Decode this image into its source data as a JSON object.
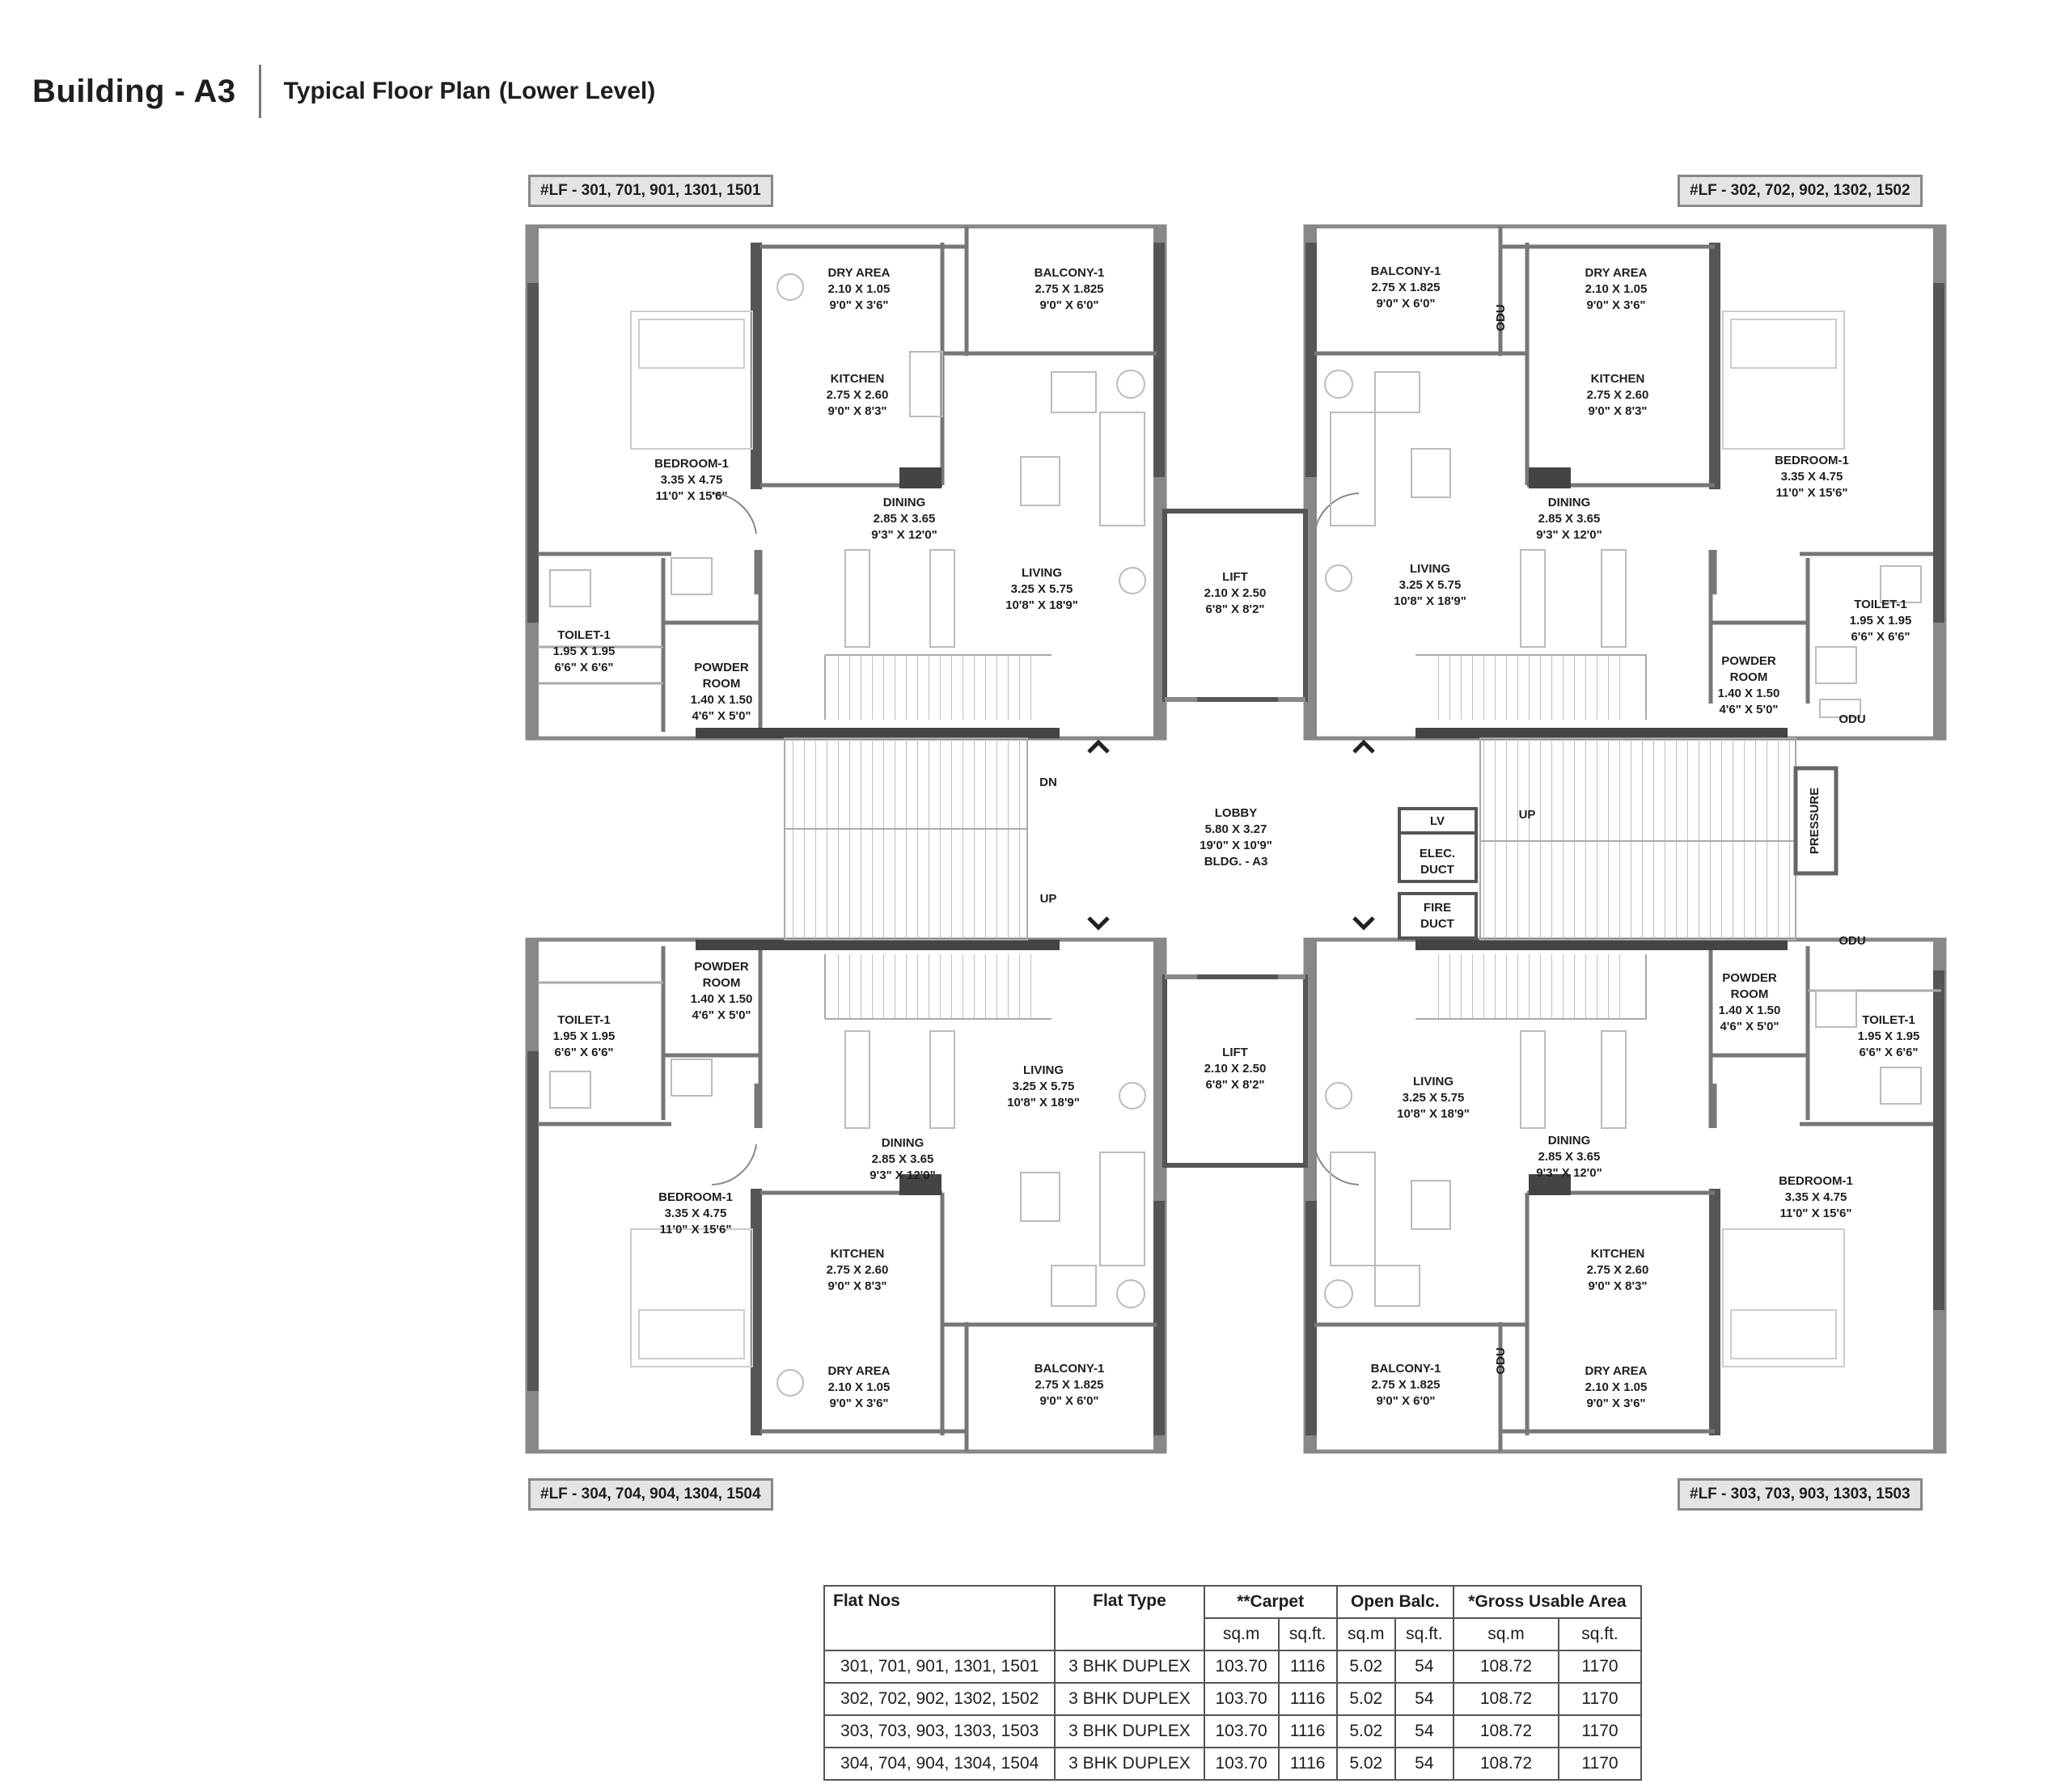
{
  "header": {
    "building": "Building - A3",
    "plan_title": "Typical Floor Plan",
    "plan_level": "(Lower Level)"
  },
  "flat_tags": {
    "top_left": "#LF - 301, 701, 901, 1301, 1501",
    "top_right": "#LF - 302, 702, 902, 1302, 1502",
    "bottom_left": "#LF - 304, 704, 904, 1304, 1504",
    "bottom_right": "#LF - 303, 703, 903, 1303, 1503"
  },
  "rooms": {
    "tl": {
      "dry_area": [
        "DRY AREA",
        "2.10 X 1.05",
        "9'0\" X 3'6\""
      ],
      "balcony": [
        "BALCONY-1",
        "2.75 X 1.825",
        "9'0\" X 6'0\""
      ],
      "kitchen": [
        "KITCHEN",
        "2.75 X 2.60",
        "9'0\" X 8'3\""
      ],
      "bedroom": [
        "BEDROOM-1",
        "3.35 X 4.75",
        "11'0\" X 15'6\""
      ],
      "dining": [
        "DINING",
        "2.85 X 3.65",
        "9'3\" X 12'0\""
      ],
      "living": [
        "LIVING",
        "3.25 X 5.75",
        "10'8\" X 18'9\""
      ],
      "toilet": [
        "TOILET-1",
        "1.95 X 1.95",
        "6'6\" X 6'6\""
      ],
      "powder": [
        "POWDER",
        "ROOM",
        "1.40 X 1.50",
        "4'6\" X 5'0\""
      ]
    },
    "tr": {
      "balcony": [
        "BALCONY-1",
        "2.75 X 1.825",
        "9'0\" X 6'0\""
      ],
      "dry_area": [
        "DRY AREA",
        "2.10 X 1.05",
        "9'0\" X 3'6\""
      ],
      "kitchen": [
        "KITCHEN",
        "2.75 X 2.60",
        "9'0\" X 8'3\""
      ],
      "bedroom": [
        "BEDROOM-1",
        "3.35 X 4.75",
        "11'0\" X 15'6\""
      ],
      "dining": [
        "DINING",
        "2.85 X 3.65",
        "9'3\" X 12'0\""
      ],
      "living": [
        "LIVING",
        "3.25 X 5.75",
        "10'8\" X 18'9\""
      ],
      "toilet": [
        "TOILET-1",
        "1.95 X 1.95",
        "6'6\" X 6'6\""
      ],
      "powder": [
        "POWDER",
        "ROOM",
        "1.40 X 1.50",
        "4'6\" X 5'0\""
      ]
    },
    "bl": {
      "powder": [
        "POWDER",
        "ROOM",
        "1.40 X 1.50",
        "4'6\" X 5'0\""
      ],
      "toilet": [
        "TOILET-1",
        "1.95 X 1.95",
        "6'6\" X 6'6\""
      ],
      "living": [
        "LIVING",
        "3.25 X 5.75",
        "10'8\" X 18'9\""
      ],
      "dining": [
        "DINING",
        "2.85 X 3.65",
        "9'3\" X 12'0\""
      ],
      "bedroom": [
        "BEDROOM-1",
        "3.35 X 4.75",
        "11'0\" X 15'6\""
      ],
      "kitchen": [
        "KITCHEN",
        "2.75 X 2.60",
        "9'0\" X 8'3\""
      ],
      "dry_area": [
        "DRY AREA",
        "2.10 X 1.05",
        "9'0\" X 3'6\""
      ],
      "balcony": [
        "BALCONY-1",
        "2.75 X 1.825",
        "9'0\" X 6'0\""
      ]
    },
    "br": {
      "living": [
        "LIVING",
        "3.25 X 5.75",
        "10'8\" X 18'9\""
      ],
      "powder": [
        "POWDER",
        "ROOM",
        "1.40 X 1.50",
        "4'6\" X 5'0\""
      ],
      "toilet": [
        "TOILET-1",
        "1.95 X 1.95",
        "6'6\" X 6'6\""
      ],
      "dining": [
        "DINING",
        "2.85 X 3.65",
        "9'3\" X 12'0\""
      ],
      "bedroom": [
        "BEDROOM-1",
        "3.35 X 4.75",
        "11'0\" X 15'6\""
      ],
      "kitchen": [
        "KITCHEN",
        "2.75 X 2.60",
        "9'0\" X 8'3\""
      ],
      "balcony": [
        "BALCONY-1",
        "2.75 X 1.825",
        "9'0\" X 6'0\""
      ],
      "dry_area": [
        "DRY AREA",
        "2.10 X 1.05",
        "9'0\" X 3'6\""
      ]
    },
    "core": {
      "lift_top": [
        "LIFT",
        "2.10 X 2.50",
        "6'8\" X 8'2\""
      ],
      "lift_bottom": [
        "LIFT",
        "2.10 X 2.50",
        "6'8\" X 8'2\""
      ],
      "lobby": [
        "LOBBY",
        "5.80 X 3.27",
        "19'0\" X 10'9\"",
        "",
        "BLDG. - A3"
      ],
      "dn": "DN",
      "up_left": "UP",
      "up_right": "UP",
      "lv": "LV",
      "elec_duct": [
        "ELEC.",
        "DUCT"
      ],
      "fire_duct": [
        "FIRE",
        "DUCT"
      ],
      "pressure": "PRESSURE",
      "odu": "ODU"
    }
  },
  "area_table": {
    "headers": {
      "flat_nos": "Flat Nos",
      "flat_type": "Flat Type",
      "carpet": "**Carpet",
      "open_balc": "Open Balc.",
      "gross": "*Gross Usable Area"
    },
    "units": [
      "sq.m",
      "sq.ft.",
      "sq.m",
      "sq.ft.",
      "sq.m",
      "sq.ft."
    ],
    "rows": [
      [
        "301, 701, 901, 1301, 1501",
        "3 BHK DUPLEX",
        "103.70",
        "1116",
        "5.02",
        "54",
        "108.72",
        "1170"
      ],
      [
        "302, 702, 902, 1302, 1502",
        "3 BHK DUPLEX",
        "103.70",
        "1116",
        "5.02",
        "54",
        "108.72",
        "1170"
      ],
      [
        "303, 703, 903, 1303, 1503",
        "3 BHK DUPLEX",
        "103.70",
        "1116",
        "5.02",
        "54",
        "108.72",
        "1170"
      ],
      [
        "304, 704, 904, 1304, 1504",
        "3 BHK DUPLEX",
        "103.70",
        "1116",
        "5.02",
        "54",
        "108.72",
        "1170"
      ]
    ]
  }
}
